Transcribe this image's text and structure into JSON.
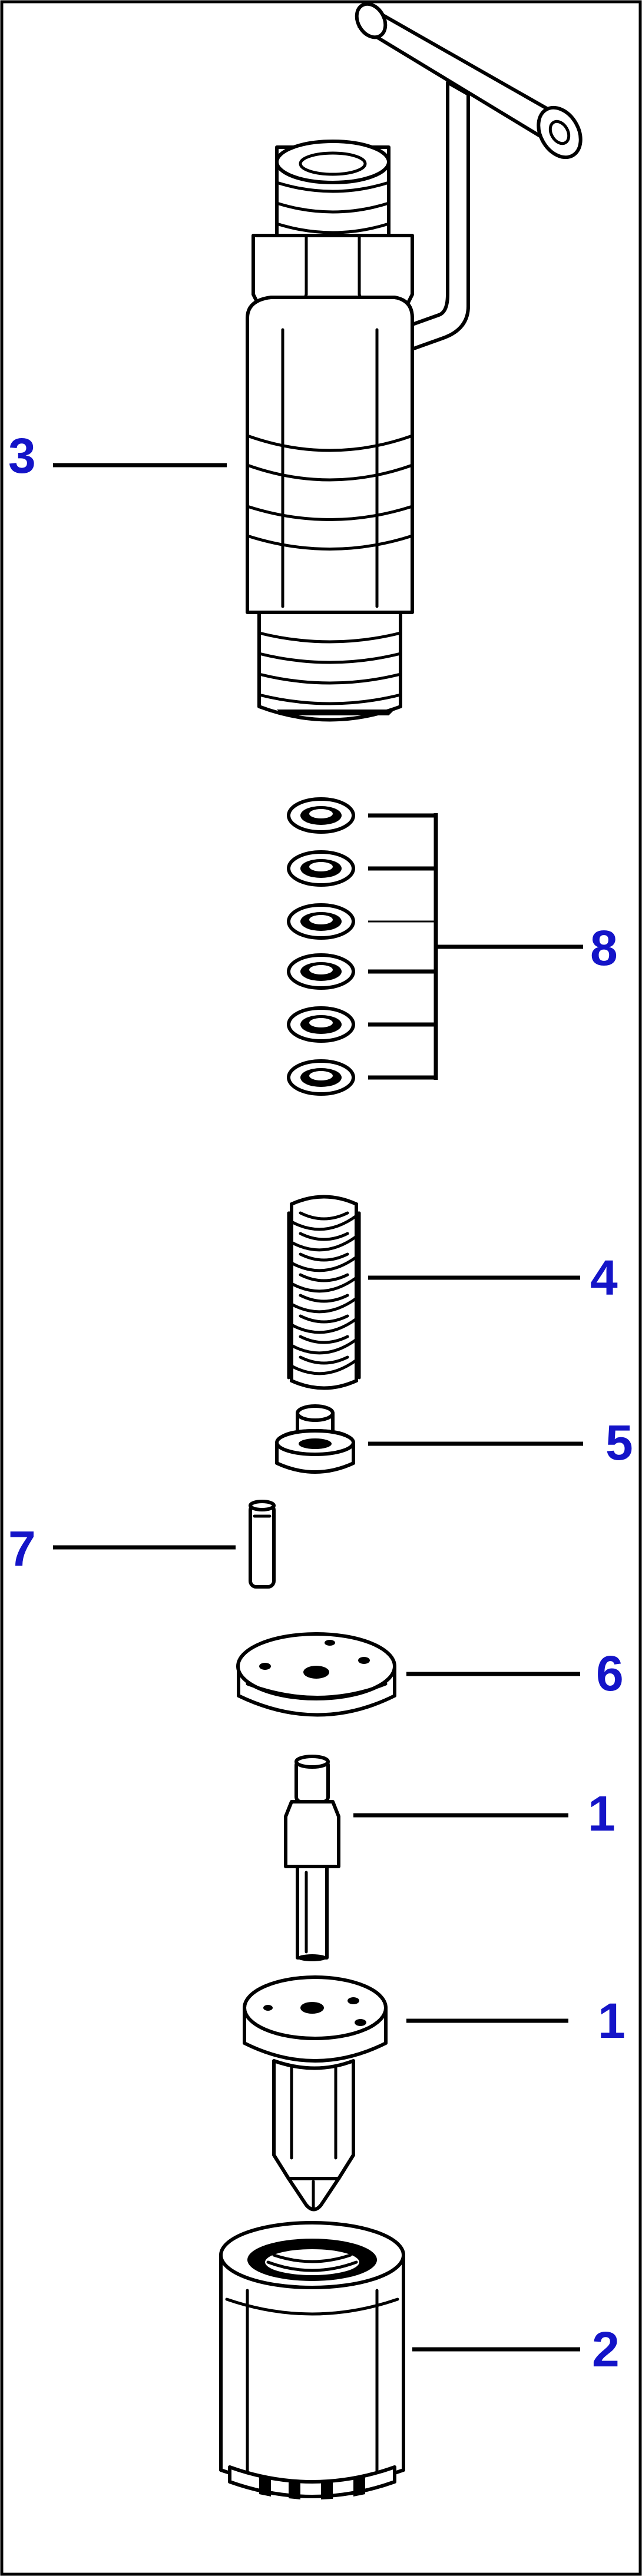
{
  "diagram": {
    "callouts": [
      {
        "id": "c3",
        "label": "3"
      },
      {
        "id": "c8",
        "label": "8"
      },
      {
        "id": "c4",
        "label": "4"
      },
      {
        "id": "c5",
        "label": "5"
      },
      {
        "id": "c7",
        "label": "7"
      },
      {
        "id": "c6",
        "label": "6"
      },
      {
        "id": "c1a",
        "label": "1"
      },
      {
        "id": "c1b",
        "label": "1"
      },
      {
        "id": "c2",
        "label": "2"
      }
    ],
    "colors": {
      "callout_text": "#1414c8",
      "line_art": "#000000",
      "background": "#ffffff"
    }
  }
}
